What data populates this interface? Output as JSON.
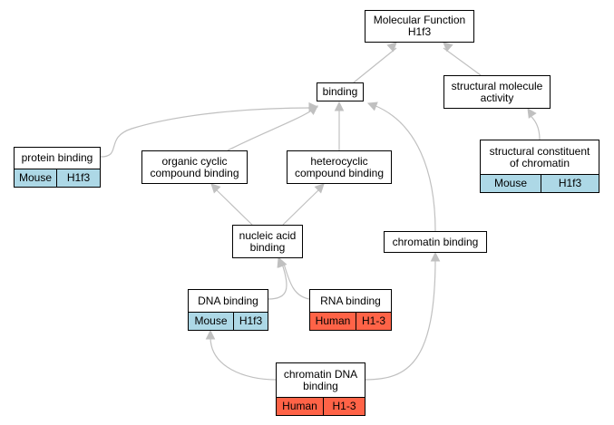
{
  "colors": {
    "mouse": "#add8e6",
    "human": "#ff6347",
    "edge": "#c0c0c0",
    "node_border": "#000000",
    "node_fill": "#ffffff"
  },
  "nodes": {
    "molecular_function": {
      "label": "Molecular Function\nH1f3"
    },
    "binding": {
      "label": "binding"
    },
    "structural_molecule_activity": {
      "label": "structural molecule\nactivity"
    },
    "protein_binding": {
      "label": "protein binding",
      "species": "Mouse",
      "gene": "H1f3"
    },
    "organic_cyclic_compound_binding": {
      "label": "organic cyclic\ncompound binding"
    },
    "heterocyclic_compound_binding": {
      "label": "heterocyclic\ncompound binding"
    },
    "structural_constituent_of_chromatin": {
      "label": "structural constituent\nof chromatin",
      "species": "Mouse",
      "gene": "H1f3"
    },
    "nucleic_acid_binding": {
      "label": "nucleic acid\nbinding"
    },
    "chromatin_binding": {
      "label": "chromatin binding"
    },
    "dna_binding": {
      "label": "DNA binding",
      "species": "Mouse",
      "gene": "H1f3"
    },
    "rna_binding": {
      "label": "RNA binding",
      "species": "Human",
      "gene": "H1-3"
    },
    "chromatin_dna_binding": {
      "label": "chromatin DNA\nbinding",
      "species": "Human",
      "gene": "H1-3"
    }
  }
}
